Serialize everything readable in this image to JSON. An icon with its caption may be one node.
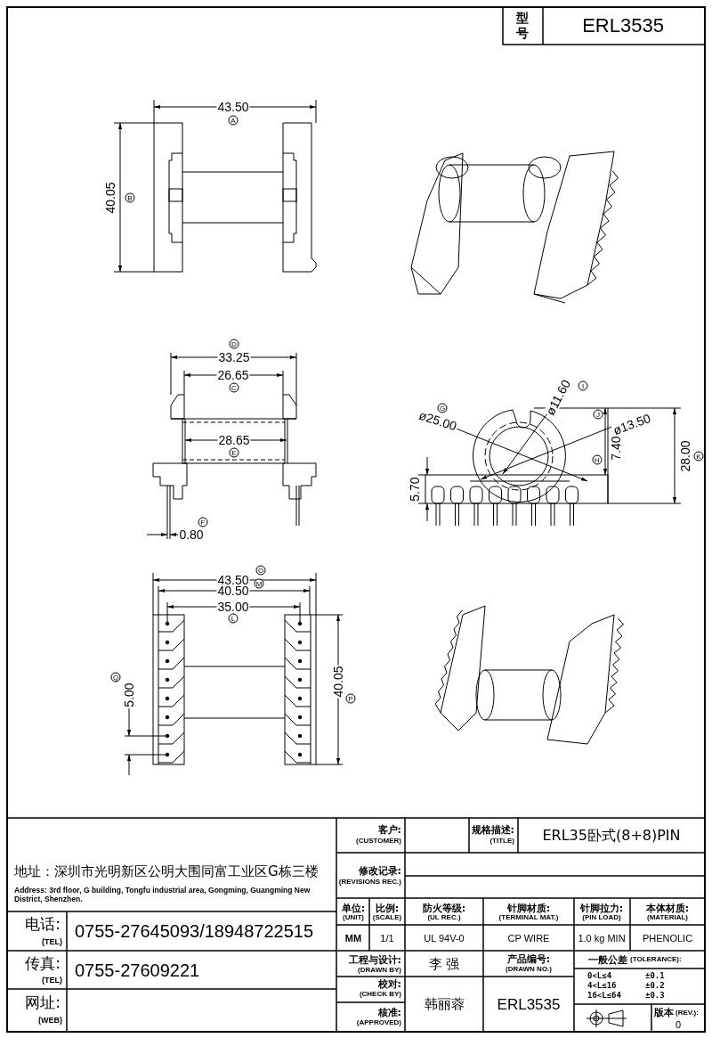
{
  "diagram": {
    "labels": [
      "型号",
      "ERL3535",
      "43.50",
      "A",
      "40.05",
      "B",
      "D",
      "33.25",
      "26.65",
      "C",
      "28.65",
      "E",
      "F",
      "0.80",
      "ø11.60",
      "I",
      "ø25.00",
      "G",
      "ø13.50",
      "J",
      "7.40",
      "H",
      "28.00",
      "K",
      "5.70",
      "43.50",
      "O",
      "40.50",
      "M",
      "35.00",
      "L",
      "5.00",
      "Q",
      "40.05",
      "P",
      "地址：深圳市光明新区公明大围同富工业区G栋三楼",
      "Address: 3rd floor, G building, Tongfu industrial area, Gongming, Guangming New District, Shenzhen.",
      "客户:",
      "(CUSTOMER)",
      "规格描述:",
      "(TITLE)",
      "ERL35卧式(8+8)PIN",
      "修改记录:",
      "(REVISIONS REC.)",
      "单位:",
      "(UNIT)",
      "比例:",
      "(SCALE)",
      "防火等级:",
      "(UL REC.)",
      "针脚材质:",
      "(TERMINAL MAT.)",
      "针脚拉力:",
      "(PIN LOAD)",
      "本体材质:",
      "(MATERIAL)",
      "电话:",
      "(TEL)",
      "0755-27645093/18948722515",
      "MM",
      "1/1",
      "UL 94V-0",
      "CP WIRE",
      "1.0 kg MIN",
      "PHENOLIC",
      "传真:",
      "(TEL)",
      "0755-27609221",
      "工程与设计:",
      "(DRAWN BY)",
      "李 强",
      "产品编号:",
      "(DRAWN NO.)",
      "一般公差",
      "(TOLERANCE):",
      "0<L≤4",
      "±0.1",
      "4<L≤16",
      "±0.2",
      "16<L≤64",
      "±0.3",
      "网址:",
      "(WEB)",
      "校对:",
      "(CHECK BY)",
      "韩丽蓉",
      "ERL3535",
      "核准:",
      "(APPROVED)",
      "版本",
      "(REV.):",
      "0"
    ]
  }
}
